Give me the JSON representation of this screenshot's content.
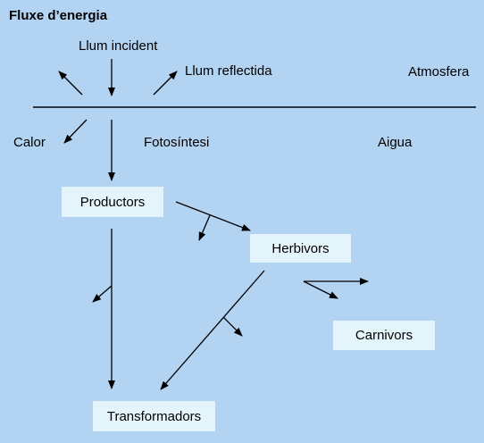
{
  "title": "Fluxe d’energia",
  "labels": {
    "incident": "Llum incident",
    "reflected": "Llum reflectida",
    "atmosphere": "Atmosfera",
    "heat": "Calor",
    "photosynthesis": "Fotosíntesi",
    "water": "Aigua"
  },
  "nodes": {
    "producers": "Productors",
    "herbivores": "Herbivors",
    "carnivores": "Carnivors",
    "transformers": "Transformadors"
  },
  "colors": {
    "background": "#b2d3f2",
    "box": "#e4f4fb",
    "stroke": "#000000"
  }
}
